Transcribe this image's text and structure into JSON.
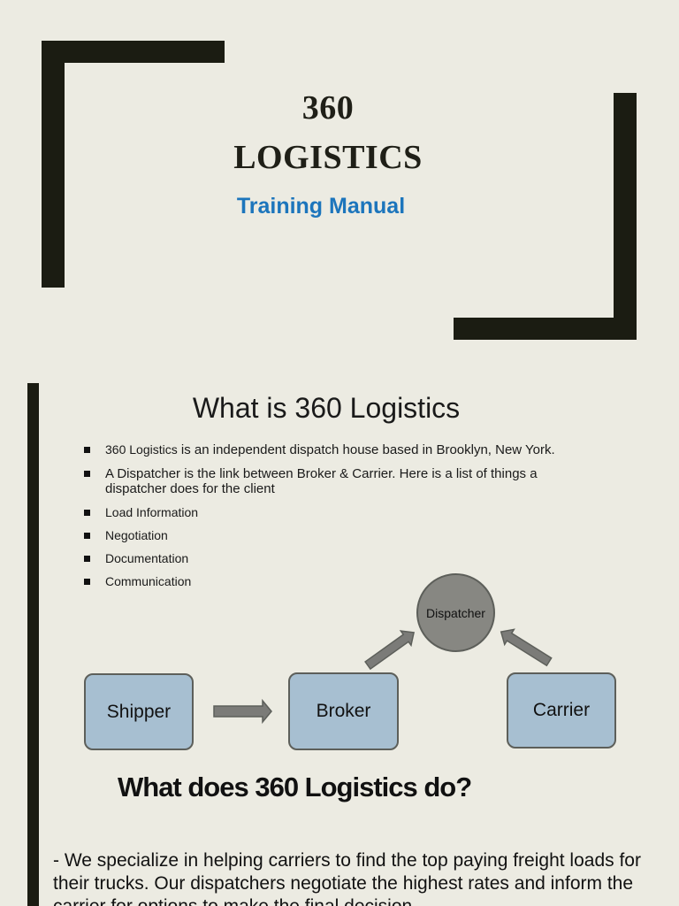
{
  "cover": {
    "title_line1": "360",
    "title_line2": "LOGISTICS",
    "subtitle": "Training Manual"
  },
  "slide": {
    "heading": "What is 360 Logistics",
    "bullets": [
      {
        "strong": "360 Logistics",
        "text": " is an independent dispatch house based in Brooklyn, New York."
      },
      {
        "strong": "",
        "text": "A Dispatcher is the link between Broker & Carrier. Here is a list of things a dispatcher does for the client"
      },
      {
        "strong": "",
        "text": "Load Information"
      },
      {
        "strong": "",
        "text": "Negotiation"
      },
      {
        "strong": "",
        "text": "Documentation"
      },
      {
        "strong": "",
        "text": "Communication"
      }
    ],
    "diagram": {
      "dispatcher": "Dispatcher",
      "shipper": "Shipper",
      "broker": "Broker",
      "carrier": "Carrier"
    }
  },
  "section2": {
    "heading": "What does 360 Logistics do?",
    "body": "- We specialize in helping carriers to find the top paying freight loads for their trucks. Our dispatchers negotiate the highest rates and inform the carrier for options to make the final decision."
  },
  "colors": {
    "background": "#ecebe2",
    "bars": "#1b1c12",
    "subtitle": "#1c75bc",
    "box_fill": "#a7bfd1",
    "circle_fill": "#878782",
    "arrow_fill": "#7b7b78"
  }
}
